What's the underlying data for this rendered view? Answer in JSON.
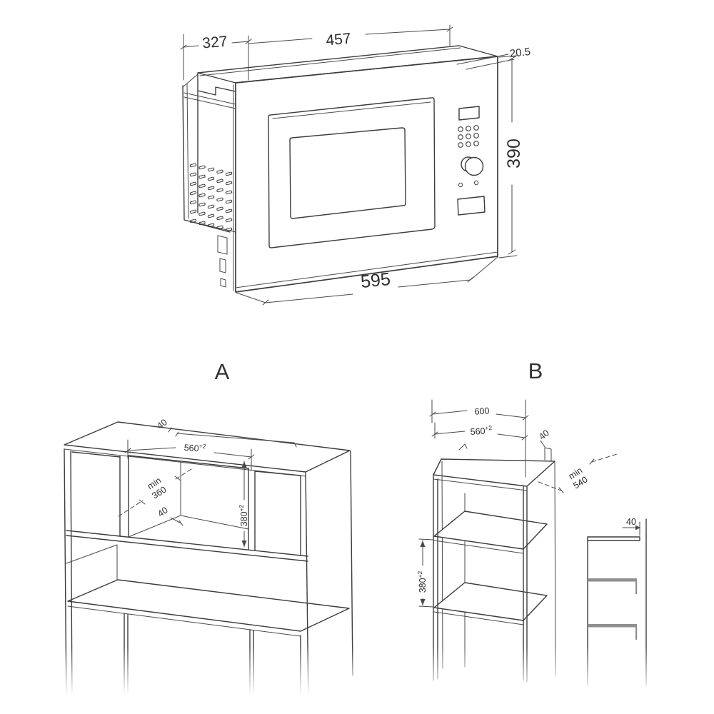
{
  "drawing": {
    "microwave": {
      "depth": "327",
      "top_width": "457",
      "frame_proud": "20.5",
      "height": "390",
      "width": "595"
    },
    "labels": {
      "a": "A",
      "b": "B"
    },
    "cabinet_a": {
      "top_gap": "40",
      "niche_width": {
        "v": "560",
        "tol": "+2"
      },
      "depth": {
        "l1": "min",
        "l2": "360"
      },
      "bottom_gap": "40",
      "niche_height": {
        "v": "380",
        "tol": "+2"
      }
    },
    "cabinet_b": {
      "outer_width": "600",
      "niche_width": {
        "v": "560",
        "tol": "+2"
      },
      "top_gap": "40",
      "depth": {
        "l1": "min",
        "l2": "540"
      },
      "niche_height": {
        "v": "380",
        "tol": "+2"
      }
    },
    "section": {
      "back_gap": "40"
    }
  }
}
